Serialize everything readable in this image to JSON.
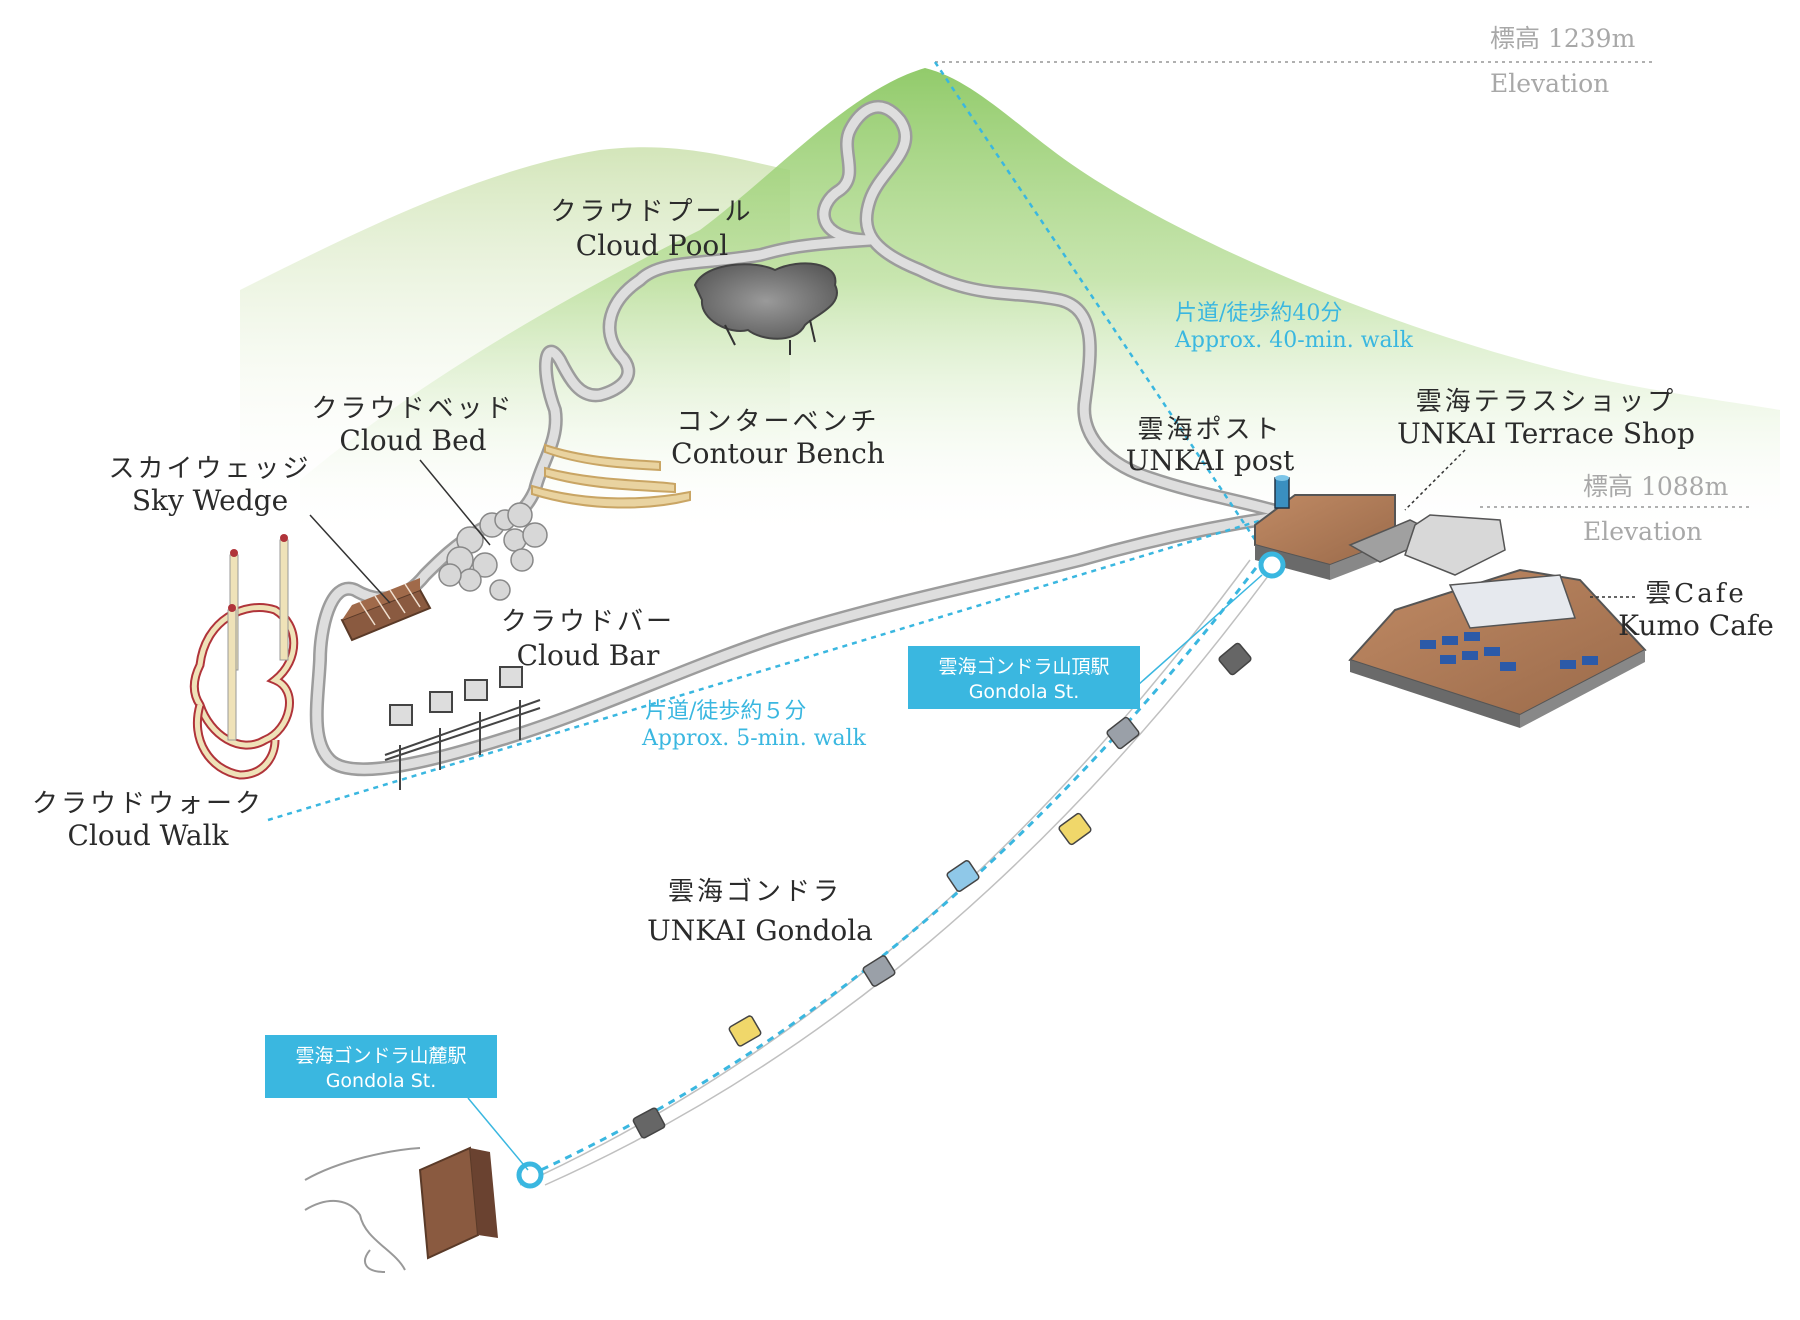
{
  "elevations": {
    "summit": {
      "value": "標高 1239m",
      "label": "Elevation"
    },
    "terrace": {
      "value": "標高 1088m",
      "label": "Elevation"
    }
  },
  "walks": {
    "summit": {
      "jp": "片道/徒歩約40分",
      "en": "Approx. 40-min. walk"
    },
    "cloud_walk": {
      "jp": "片道/徒歩約５分",
      "en": "Approx. 5-min. walk"
    }
  },
  "places": {
    "cloud_pool": {
      "jp": "クラウドプール",
      "en": "Cloud Pool"
    },
    "cloud_bed": {
      "jp": "クラウドベッド",
      "en": "Cloud Bed"
    },
    "contour_bench": {
      "jp": "コンターベンチ",
      "en": "Contour Bench"
    },
    "sky_wedge": {
      "jp": "スカイウェッジ",
      "en": "Sky Wedge"
    },
    "cloud_bar": {
      "jp": "クラウドバー",
      "en": "Cloud Bar"
    },
    "cloud_walk": {
      "jp": "クラウドウォーク",
      "en": "Cloud Walk"
    },
    "unkai_post": {
      "jp": "雲海ポスト",
      "en": "UNKAI post"
    },
    "terrace_shop": {
      "jp": "雲海テラスショップ",
      "en": "UNKAI Terrace Shop"
    },
    "kumo_cafe": {
      "jp": "雲Cafe",
      "en": "Kumo Cafe"
    },
    "gondola": {
      "jp": "雲海ゴンドラ",
      "en": "UNKAI Gondola"
    }
  },
  "stations": {
    "summit": {
      "jp": "雲海ゴンドラ山頂駅",
      "en": "Gondola St."
    },
    "base": {
      "jp": "雲海ゴンドラ山麓駅",
      "en": "Gondola St."
    }
  },
  "colors": {
    "accent": "#3ab7e0",
    "station_box": "#3ab7e0",
    "mountain": "#9fd07a",
    "path": "#bdbdbd",
    "text": "#2b2b2b",
    "elevation_text": "#a8a8a8"
  }
}
